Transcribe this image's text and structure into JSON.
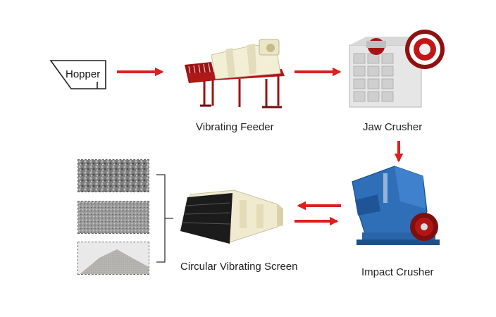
{
  "labels": {
    "hopper": "Hopper",
    "vibrating_feeder": "Vibrating Feeder",
    "jaw_crusher": "Jaw Crusher",
    "impact_crusher": "Impact Crusher",
    "circular_vibrating_screen": "Circular Vibrating Screen"
  },
  "colors": {
    "arrow": "#dd1f1f",
    "feeder_red": "#a51414",
    "machine_cream": "#f3efd6",
    "impact_blue": "#2f6fb7",
    "screen_dark": "#1b1b1b"
  },
  "icons": [
    "hopper-icon",
    "vibrating-feeder-icon",
    "jaw-crusher-icon",
    "impact-crusher-icon",
    "circular-vibrating-screen-icon",
    "aggregate-sample-icon"
  ]
}
